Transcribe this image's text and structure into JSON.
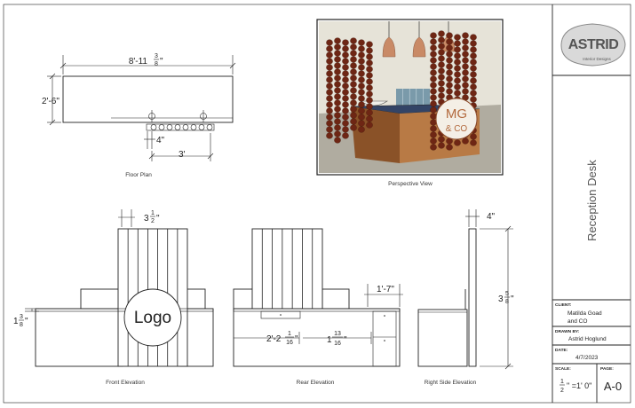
{
  "logo": {
    "brand": "ASTRID",
    "tagline": "Interior Designs"
  },
  "sheet_title": "Reception Desk",
  "views": {
    "floor_plan": "Floor Plan",
    "perspective": "Perspective View",
    "front": "Front Elevation",
    "rear": "Rear Elevation",
    "right_side": "Right Side Elevation"
  },
  "dims": {
    "plan_width_main": "8'-11",
    "plan_width_num": "3",
    "plan_width_den": "8",
    "plan_width_end": "\"",
    "plan_depth": "2'-6\"",
    "plan_4": "4\"",
    "plan_3": "3'",
    "slat_main": "3",
    "slat_num": "1",
    "slat_den": "2",
    "slat_end": "\"",
    "front_main": "1",
    "front_num": "3",
    "front_den": "8",
    "front_end": "\"",
    "rear_depth": "1'-7\"",
    "rear_left_main": "2'-2",
    "rear_left_num": "1",
    "rear_left_den": "16",
    "rear_left_end": "\"",
    "rear_right_main": "1",
    "rear_right_num": "13",
    "rear_right_den": "16",
    "rear_right_end": "\"",
    "side_top": "4\"",
    "side_h_main": "3",
    "side_h_num": "5",
    "side_h_den": "8",
    "side_h_end": "\""
  },
  "front_logo_text": "Logo",
  "perspective_sign": {
    "line1": "MG",
    "line2": "& CO"
  },
  "title_block": {
    "client_label": "CLIENT:",
    "client_line1": "Matilda Goad",
    "client_line2": "and CO",
    "drawn_label": "DRAWN BY:",
    "drawn_value": "Astrid Hoglund",
    "date_label": "DATE:",
    "date_value": "4/7/2023",
    "scale_label": "SCALE:",
    "scale_num": "1",
    "scale_den": "2",
    "scale_rest": "\" =1' 0\"",
    "page_label": "PAGE:",
    "page_value": "A-0"
  },
  "colors": {
    "wood": "#b87a45",
    "wood_dark": "#8a5228",
    "bead": "#6e2614",
    "wall": "#e6e3d8",
    "floor": "#b0aca0",
    "tile": "#7a9aaa",
    "pendant": "#c98a66"
  }
}
